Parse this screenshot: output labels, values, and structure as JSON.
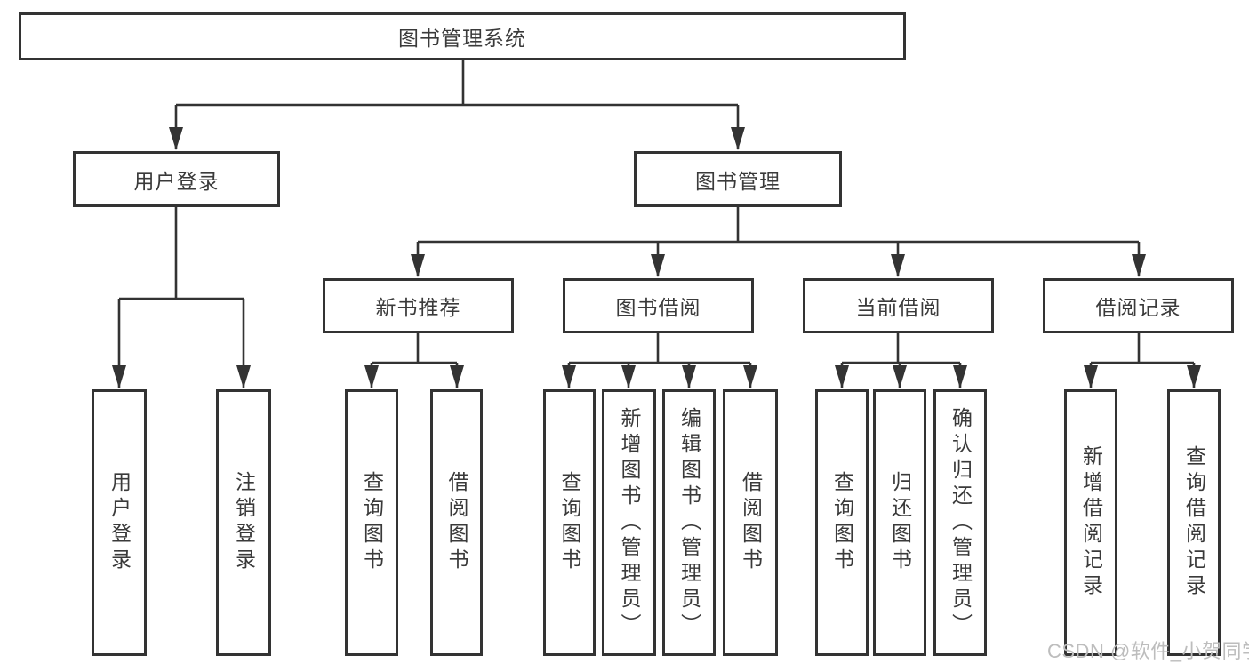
{
  "diagram": {
    "type": "tree",
    "title": "图书管理系统",
    "colors": {
      "line": "#333333",
      "box_background": "#ffffff",
      "text": "#3a3a3a",
      "watermark_text": "#bdbdbd"
    },
    "tree": {
      "label": "图书管理系统",
      "children": [
        {
          "label": "用户登录",
          "children": [
            {
              "label": "用户登录"
            },
            {
              "label": "注销登录"
            }
          ]
        },
        {
          "label": "图书管理",
          "children": [
            {
              "label": "新书推荐",
              "children": [
                {
                  "label": "查询图书"
                },
                {
                  "label": "借阅图书"
                }
              ]
            },
            {
              "label": "图书借阅",
              "children": [
                {
                  "label": "查询图书"
                },
                {
                  "label": "新增图书（管理员）"
                },
                {
                  "label": "编辑图书（管理员）"
                },
                {
                  "label": "借阅图书"
                }
              ]
            },
            {
              "label": "当前借阅",
              "children": [
                {
                  "label": "查询图书"
                },
                {
                  "label": "归还图书"
                },
                {
                  "label": "确认归还（管理员）"
                }
              ]
            },
            {
              "label": "借阅记录",
              "children": [
                {
                  "label": "新增借阅记录"
                },
                {
                  "label": "查询借阅记录"
                }
              ]
            }
          ]
        }
      ]
    },
    "watermark": "CSDN @软件_小贺同学"
  }
}
